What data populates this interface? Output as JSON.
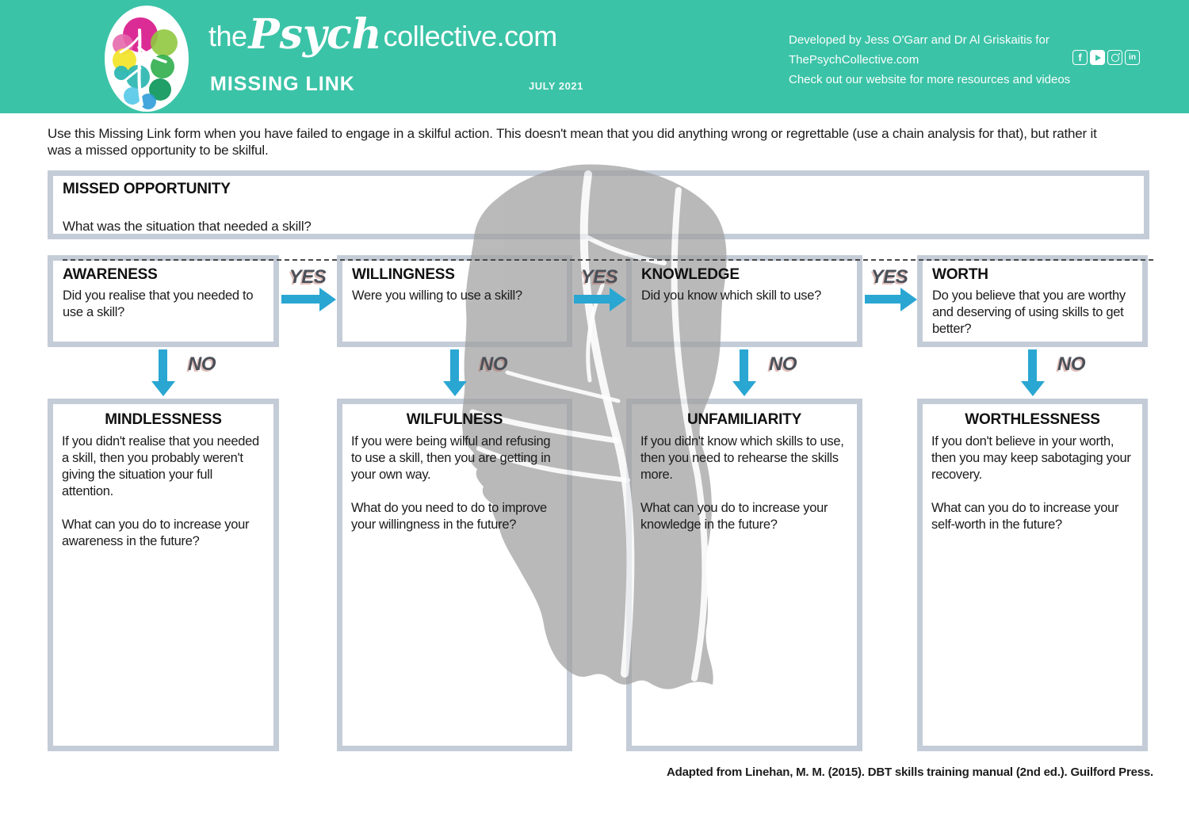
{
  "header": {
    "brand_the": "the",
    "brand_psych": "Psych",
    "brand_rest": "collective.com",
    "form_title": "MISSING LINK",
    "date": "JULY 2021",
    "credits": [
      "Developed by Jess O'Garr and Dr Al Griskaitis for",
      "ThePsychCollective.com",
      "Check out our website for more resources and videos"
    ],
    "social_fb_glyph": "f",
    "social_li_glyph": "in"
  },
  "intro": "Use this Missing Link form when you have failed to engage in a skilful action. This doesn't mean that you did anything wrong or regrettable (use a chain analysis for that), but rather it was a missed opportunity to be skilful.",
  "missed_opportunity": {
    "title": "MISSED OPPORTUNITY",
    "question": "What was the situation that needed a skill?",
    "answer": ""
  },
  "flow": {
    "yes_label": "YES",
    "no_label": "NO",
    "columns": [
      {
        "question_title": "AWARENESS",
        "question": "Did you realise that you needed to use a skill?",
        "result_title": "MINDLESSNESS",
        "result_p1": "If you didn't realise that you needed a skill, then you probably weren't giving the situation your full attention.",
        "result_p2": "What can you do to increase your awareness in the future?"
      },
      {
        "question_title": "WILLINGNESS",
        "question": "Were you willing to use a skill?",
        "result_title": "WILFULNESS",
        "result_p1": "If you were being wilful and refusing to use a skill, then you are getting in your own way.",
        "result_p2": "What do you need to do to improve your willingness in the future?"
      },
      {
        "question_title": "KNOWLEDGE",
        "question": "Did you know which skill to use?",
        "result_title": "UNFAMILIARITY",
        "result_p1": "If you didn't know which skills to use, then you need to rehearse the skills more.",
        "result_p2": "What can you do to increase your knowledge in the future?"
      },
      {
        "question_title": "WORTH",
        "question": "Do you believe that you are worthy and deserving of using skills to get better?",
        "result_title": "WORTHLESSNESS",
        "result_p1": "If you don't believe in your worth, then you may keep sabotaging your recovery.",
        "result_p2": "What can you do to increase your self-worth in the future?"
      }
    ]
  },
  "footer": {
    "citation": "Adapted from Linehan, M. M. (2015). DBT skills training manual (2nd ed.). Guilford Press."
  },
  "colors": {
    "header_teal": "#3bc3a7",
    "arrow_blue": "#2aa6d2",
    "box_border": "#c4ccd8",
    "label_ink": "#4b5059",
    "watermark_gray": "#ababab"
  }
}
